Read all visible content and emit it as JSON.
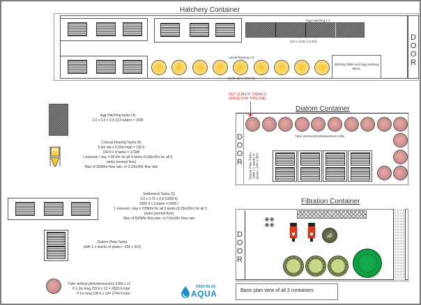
{
  "hatchery": {
    "title": "Hatchery Container",
    "egg_hatching_label": "Egg Hatching x 4",
    "egg_hatching_dims": "(1m x 0,5m x 0.3m)",
    "larval_rearing_label": "Larval Rearing x 9",
    "larval_rearing_dims": "(0,6m dia x 0.5m h)",
    "working_table": "Working Table and Egg washing Basin",
    "door": [
      "D",
      "O",
      "O",
      "R"
    ],
    "larval_tank_count": 9
  },
  "annotation": {
    "note_line1": "NOT SURE IF THERE'S",
    "note_line2": "SPACE FOR THIS ONE",
    "note_color": "#e02020"
  },
  "legend": {
    "egg_tanks": {
      "line1": "Egg Hatching tanks (4)",
      "line2": "1,0 x 0,5 x 0,4 (0.3 water) = 150lt"
    },
    "conical": {
      "line1": "Conical Rearing Tanks (9)",
      "line2": "0,6m dia x 0,55m high = 192 lt",
      "line3": "192 lt x 9 tanks = 1728lt",
      "line4": "1 turnover / day = 90 l/hr for all 9 tanks (0.08m3/hr for all 9",
      "line5": "tanks (normal flow)",
      "line6": "Max of 330lt/hr flow rate, or 0,33m3/hr flow rate"
    },
    "settlement": {
      "line1": "Settlement Tanks (3)",
      "line2": "3.0 x 0,75 x 0.8 (1800 lt)",
      "line3": "1800 lt x 3 tanks = 5400 l",
      "line4": "1 turnover / day = 225lt/hr for all 3 tanks (0,23m3/hr) for all 3",
      "line5": "tanks (normal flow)",
      "line6": "Max of 500lt/hr flow rate, or 0,5m3/hr flow rate"
    },
    "diatom_plate": {
      "line1": "Diatom Plate Tanks",
      "line2": "(with 2 x stacks of plates—650 x 303)"
    },
    "tube_reactors": {
      "line1": "Tube vertical photobioreactors 235lt x 12",
      "line2": "If 1.2m long 235 lt x 12 = 2820 lt total",
      "line3": "If 1m long 196 lt x 14= 2744 lt total"
    }
  },
  "diatom": {
    "title": "Diatom Container",
    "tube_label": "Tube vertical photobioreactors 235L",
    "plate_label_1": "Diatom Plate Tanks",
    "plate_label_2": "(with 2 x stacks of",
    "plate_label_3": "plates—650 x 303)",
    "door": [
      "D",
      "O",
      "O",
      "R"
    ]
  },
  "filtration": {
    "title": "Filtration Container",
    "door": [
      "D",
      "O",
      "O",
      "R"
    ]
  },
  "caption": "Basic plan view of all 3 containers",
  "logo": {
    "top": "DEEP BLUE",
    "bottom": "AQUA",
    "color": "#1a8fc4"
  }
}
